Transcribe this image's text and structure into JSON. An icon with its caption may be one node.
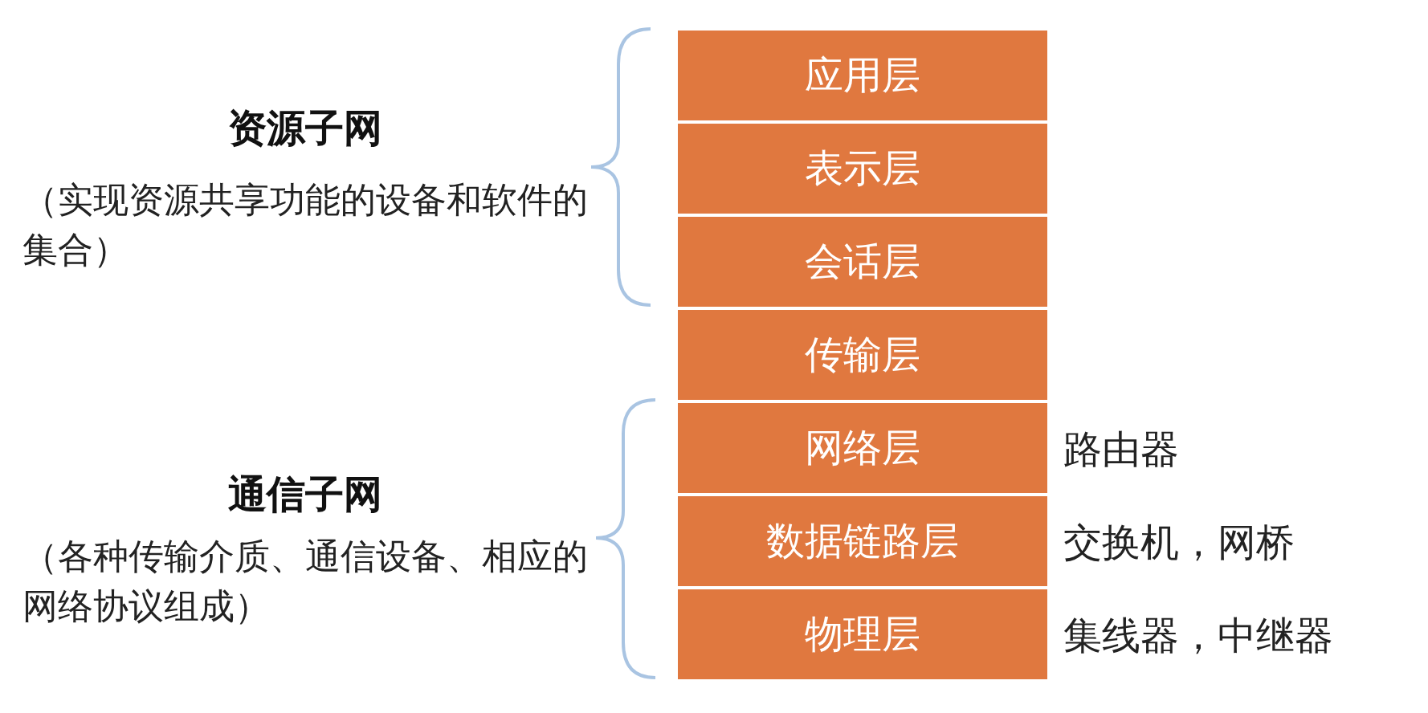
{
  "diagram": {
    "nodes": [
      {
        "text": [
          "应用层"
        ]
      },
      {
        "text": [
          "表示层"
        ]
      },
      {
        "text": [
          "会话层"
        ]
      },
      {
        "text": [
          "传输层"
        ]
      },
      {
        "text": [
          "网络层"
        ],
        "beside": [
          "路由器"
        ]
      },
      {
        "text": [
          "数据链路层"
        ],
        "beside": [
          "交换机，网桥"
        ]
      },
      {
        "text": [
          "物理层"
        ],
        "beside": [
          "集线器，中继器"
        ]
      }
    ],
    "edges": [],
    "labels": [
      "资源子网",
      "（实现资源共享功能的设备和软件的集合）",
      "通信子网",
      "（各种传输介质、通信设备、相应的网络协议组成）"
    ]
  }
}
